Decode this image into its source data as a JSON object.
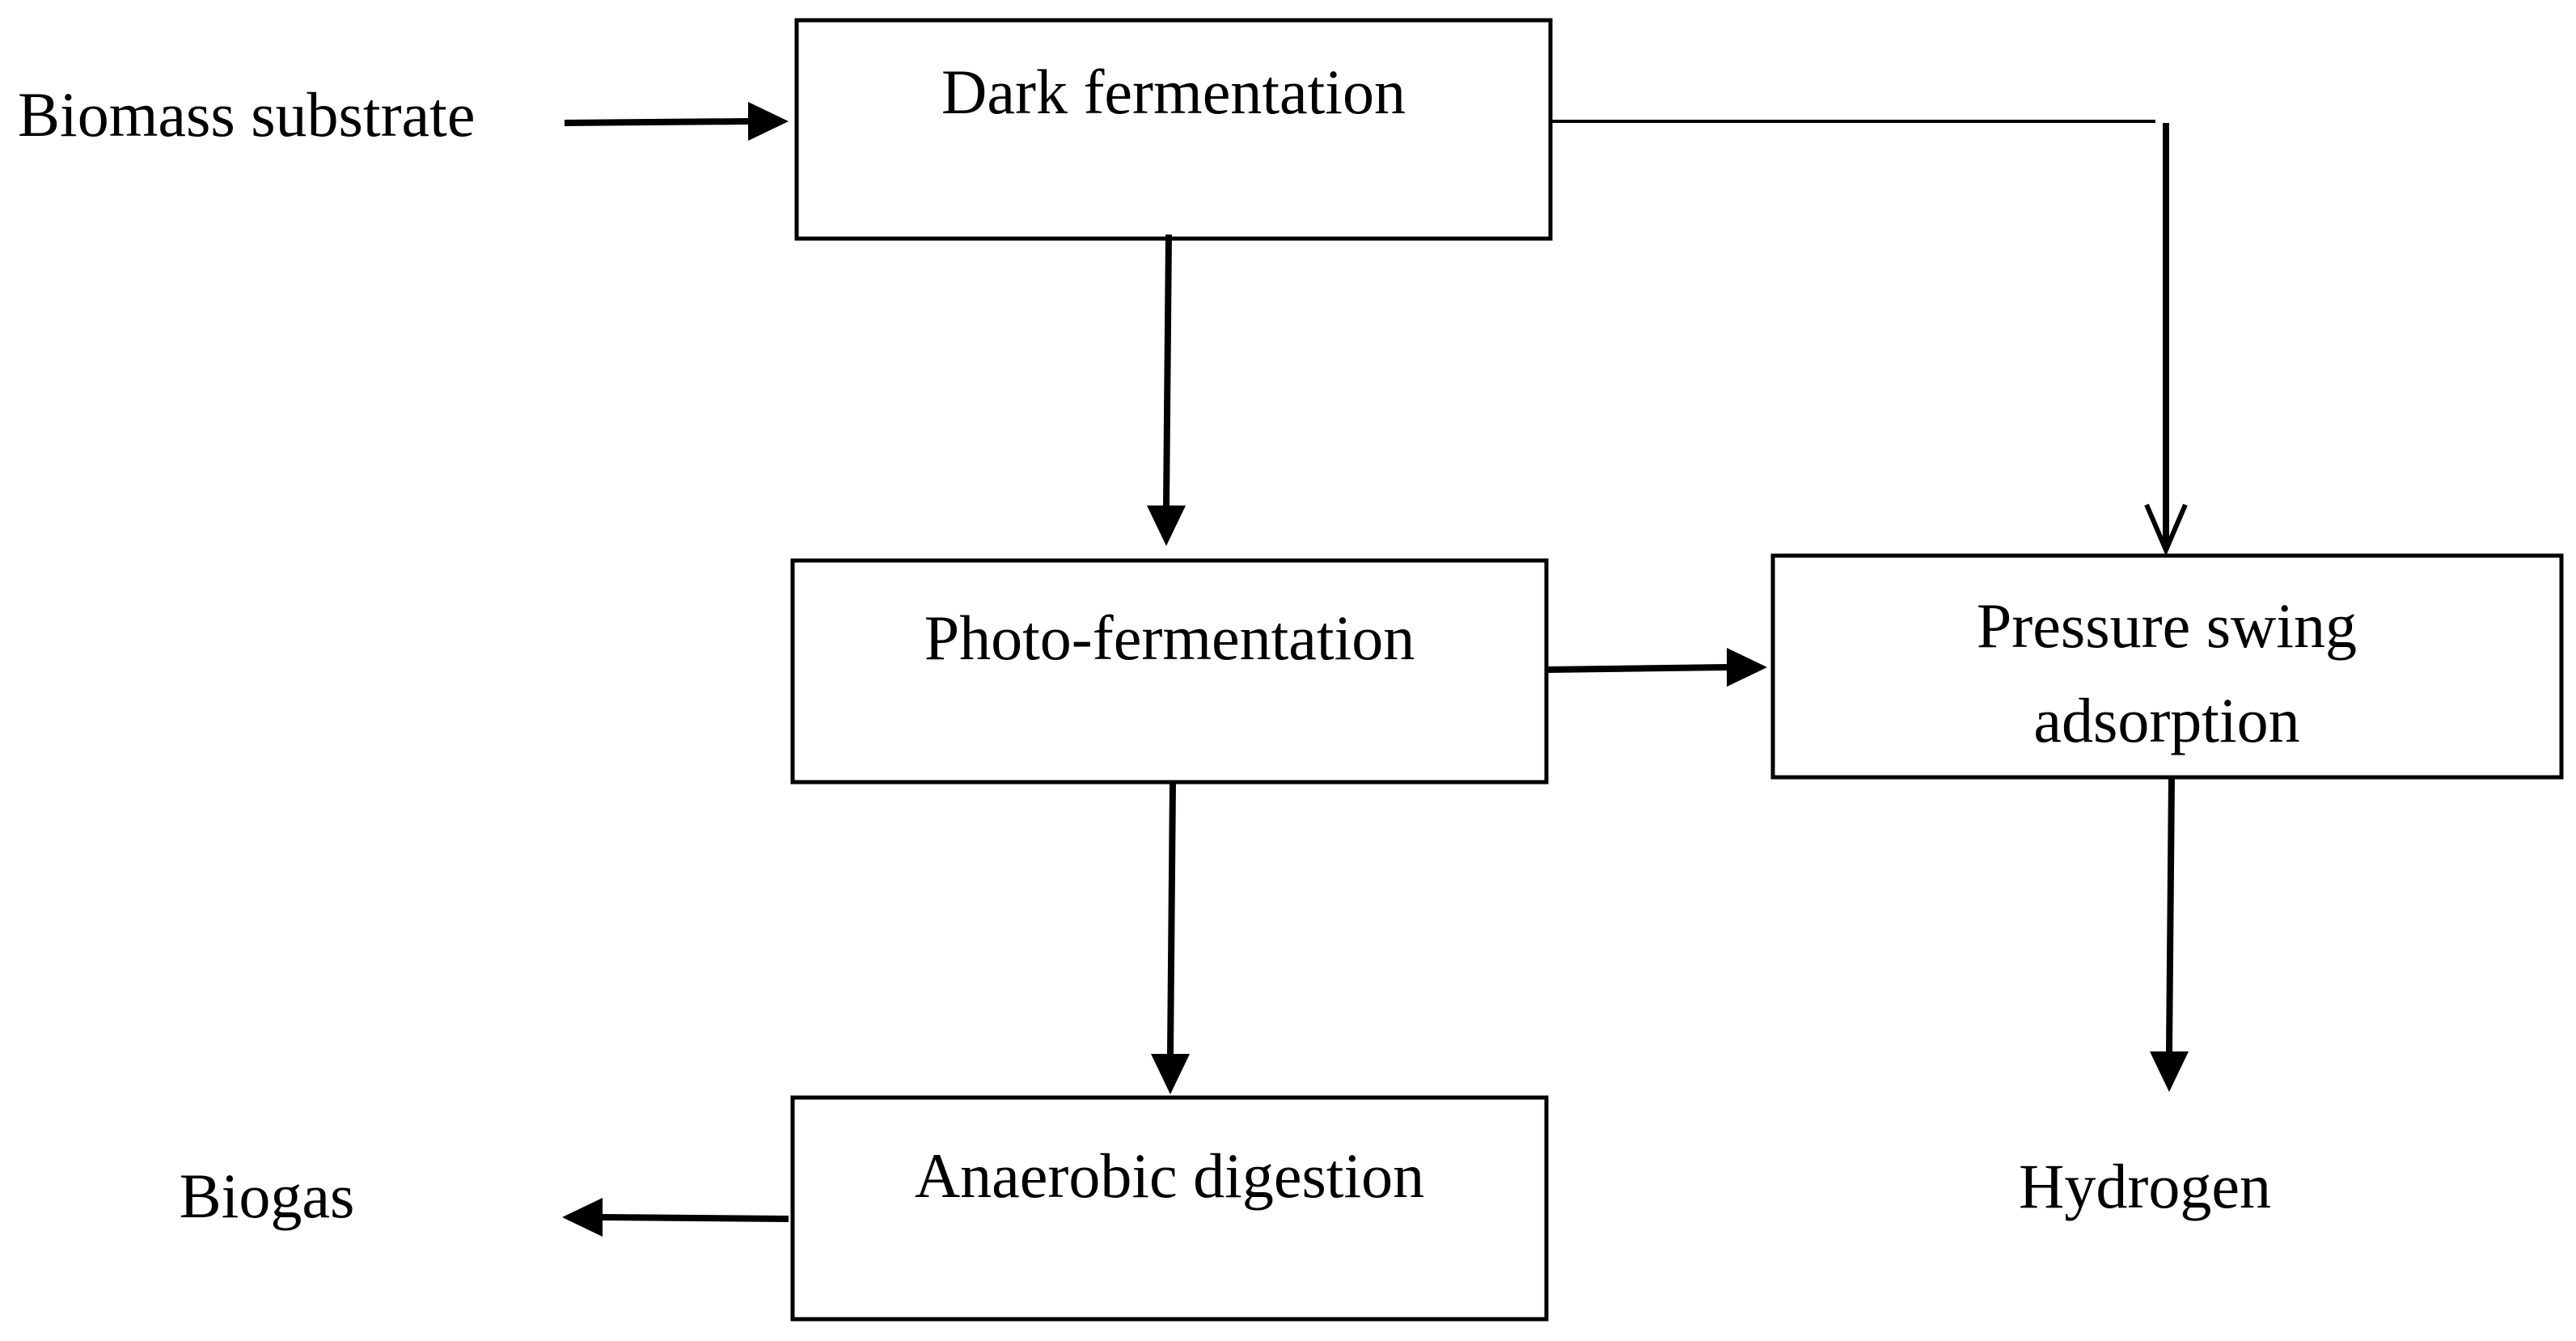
{
  "diagram": {
    "nodes": {
      "dark_fermentation": "Dark fermentation",
      "photo_fermentation": "Photo-fermentation",
      "anaerobic_digestion": "Anaerobic digestion",
      "pressure_swing_line1": "Pressure swing",
      "pressure_swing_line2": "adsorption"
    },
    "inputs": {
      "biomass_substrate": "Biomass substrate"
    },
    "outputs": {
      "biogas": "Biogas",
      "hydrogen": "Hydrogen"
    },
    "edges": [
      {
        "from": "Biomass substrate",
        "to": "Dark fermentation"
      },
      {
        "from": "Dark fermentation",
        "to": "Photo-fermentation"
      },
      {
        "from": "Dark fermentation",
        "to": "Pressure swing adsorption"
      },
      {
        "from": "Photo-fermentation",
        "to": "Pressure swing adsorption"
      },
      {
        "from": "Photo-fermentation",
        "to": "Anaerobic digestion"
      },
      {
        "from": "Anaerobic digestion",
        "to": "Biogas"
      },
      {
        "from": "Pressure swing adsorption",
        "to": "Hydrogen"
      }
    ]
  }
}
